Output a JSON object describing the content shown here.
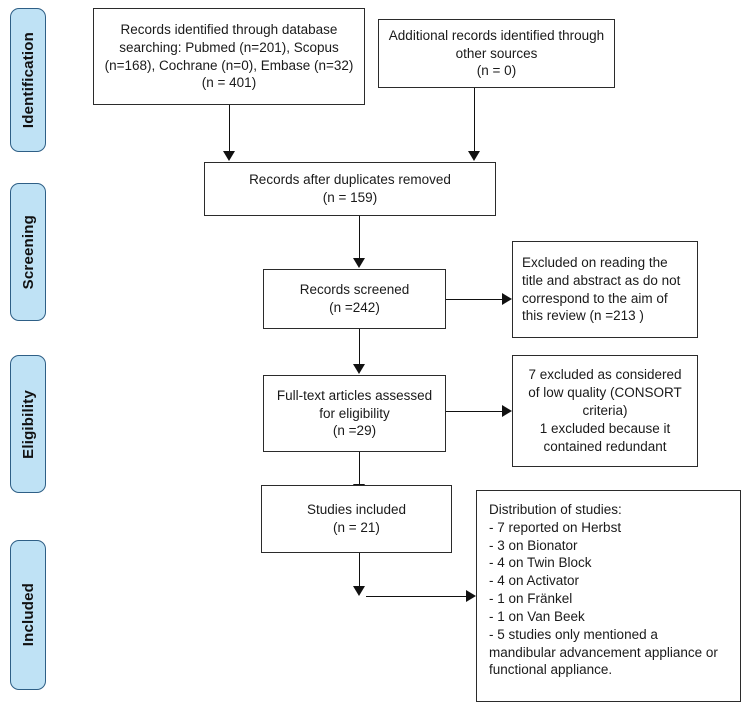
{
  "diagram": {
    "title": "PRISMA flow diagram",
    "accent_color": "#bfe2f5",
    "accent_border_color": "#2e5f86",
    "line_color": "#111111",
    "box_border_color": "#2b2b2b",
    "background_color": "#ffffff"
  },
  "phases": [
    {
      "label": "Identification"
    },
    {
      "label": "Screening"
    },
    {
      "label": "Eligibility"
    },
    {
      "label": "Included"
    }
  ],
  "boxes": {
    "database_search": {
      "text": "Records identified through database searching: Pubmed (n=201), Scopus (n=168), Cochrane (n=0), Embase (n=32)\n(n = 401)"
    },
    "other_sources": {
      "text": "Additional records identified through other sources\n(n = 0)"
    },
    "duplicates_removed": {
      "text": "Records after duplicates removed\n(n =  159)"
    },
    "records_screened": {
      "text": "Records screened\n(n =242)"
    },
    "records_excluded": {
      "text": "Excluded on reading the title and abstract as do not correspond to the aim of this review (n =213   )"
    },
    "fulltext_assessed": {
      "text": "Full-text articles assessed for eligibility\n(n =29)"
    },
    "fulltext_excluded": {
      "text": "7 excluded as considered of low quality (CONSORT criteria)\n1 excluded because it contained redundant"
    },
    "studies_included": {
      "text": "Studies included\n(n = 21)"
    },
    "distribution": {
      "text": "Distribution of studies:\n- 7 reported on Herbst\n- 3 on Bionator\n- 4 on Twin Block\n- 4 on Activator\n- 1 on Fränkel\n- 1 on Van Beek\n- 5 studies only mentioned a mandibular advancement appliance or functional appliance."
    }
  },
  "chart_data": {
    "type": "table",
    "title": "PRISMA study selection flow",
    "records": [
      {
        "stage": "Identification",
        "source": "Pubmed",
        "n": 201
      },
      {
        "stage": "Identification",
        "source": "Scopus",
        "n": 168
      },
      {
        "stage": "Identification",
        "source": "Cochrane",
        "n": 0
      },
      {
        "stage": "Identification",
        "source": "Embase",
        "n": 32
      },
      {
        "stage": "Identification",
        "source": "Database searching total",
        "n": 401
      },
      {
        "stage": "Identification",
        "source": "Other sources",
        "n": 0
      },
      {
        "stage": "Screening",
        "source": "Records after duplicates removed",
        "n": 159
      },
      {
        "stage": "Screening",
        "source": "Records screened",
        "n": 242
      },
      {
        "stage": "Screening",
        "source": "Excluded on title/abstract",
        "n": 213
      },
      {
        "stage": "Eligibility",
        "source": "Full-text articles assessed",
        "n": 29
      },
      {
        "stage": "Eligibility",
        "source": "Excluded low quality (CONSORT)",
        "n": 7
      },
      {
        "stage": "Eligibility",
        "source": "Excluded redundant content",
        "n": 1
      },
      {
        "stage": "Included",
        "source": "Studies included",
        "n": 21
      }
    ],
    "distribution": [
      {
        "appliance": "Herbst",
        "n": 7
      },
      {
        "appliance": "Bionator",
        "n": 3
      },
      {
        "appliance": "Twin Block",
        "n": 4
      },
      {
        "appliance": "Activator",
        "n": 4
      },
      {
        "appliance": "Fränkel",
        "n": 1
      },
      {
        "appliance": "Van Beek",
        "n": 1
      },
      {
        "appliance": "Mandibular advancement / functional appliance (unspecified)",
        "n": 5
      }
    ]
  }
}
